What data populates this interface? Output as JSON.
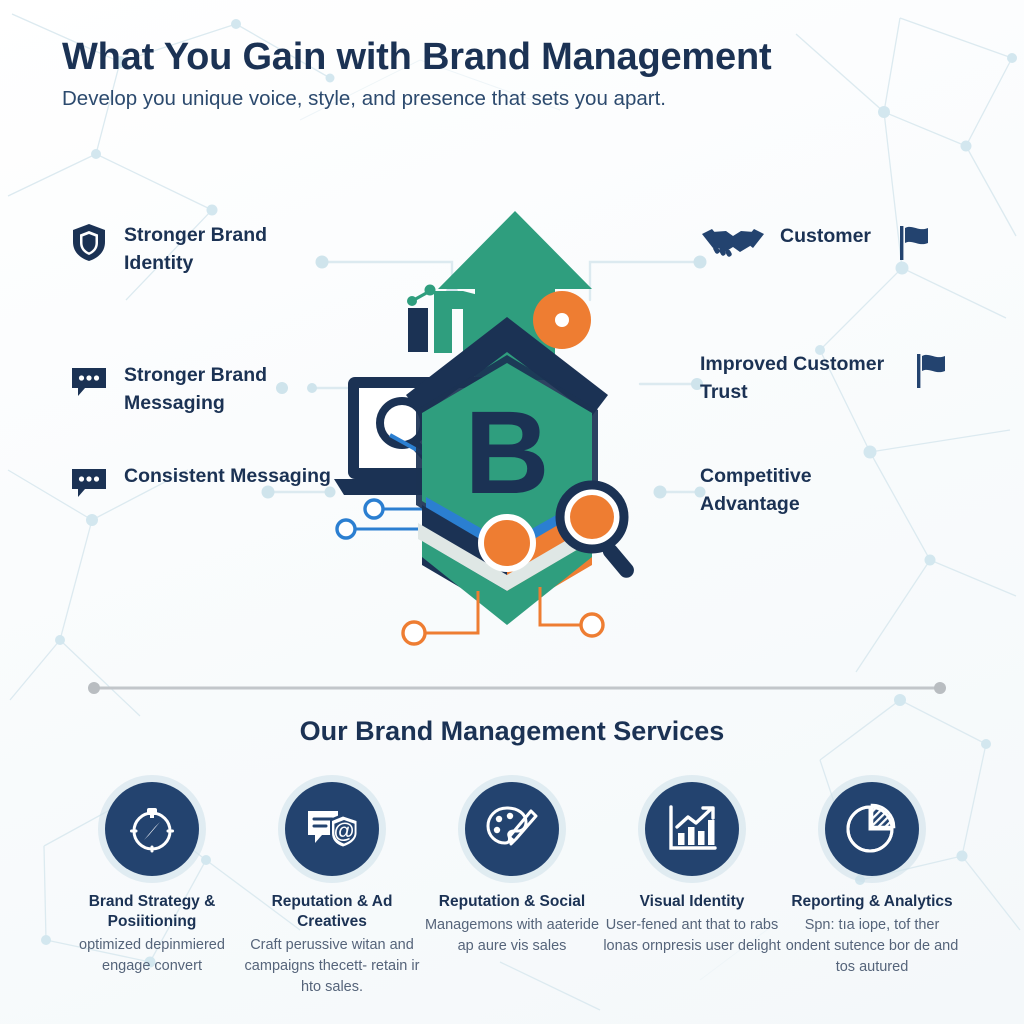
{
  "header": {
    "title": "What You Gain with Brand Management",
    "subtitle": "Develop you unique voice, style, and presence that sets you apart."
  },
  "benefits": {
    "left": [
      {
        "label": "Stronger Brand Identity",
        "icon": "shield-icon"
      },
      {
        "label": "Stronger Brand Messaging",
        "icon": "chat-bubble-icon"
      },
      {
        "label": "Consistent Messaging",
        "icon": "chat-bubble-icon"
      }
    ],
    "right": [
      {
        "label": "Customer",
        "icon": "handshake-icon",
        "trailing_icon": "flag-icon"
      },
      {
        "label": "Improved Customer Trust",
        "icon": "flag-icon"
      },
      {
        "label": "Competitive Advantage",
        "icon": "none"
      }
    ]
  },
  "hero": {
    "monogram": "B",
    "icons": [
      "up-arrow-icon",
      "chevron-roof-icon",
      "hexagon-layers-icon",
      "laptop-icon",
      "magnifier-icon",
      "bar-chart-icon",
      "node-dot-icon"
    ]
  },
  "services_section": {
    "title": "Our Brand Management Services",
    "items": [
      {
        "icon": "compass-icon",
        "title": "Brand Strategy & Posiitioning",
        "desc": "optimized depinmiered engage convert"
      },
      {
        "icon": "chat-shield-at-icon",
        "title": "Reputation & Ad Creatives",
        "desc": "Craft perussive witan and campaigns thecett- retain ir hto sales."
      },
      {
        "icon": "palette-brush-icon",
        "title": "Reputation & Social",
        "desc": "Managemons with aateride ap aure vis sales"
      },
      {
        "icon": "bar-chart-growth-icon",
        "title": "Visual Identity",
        "desc": "User-fened ant that to rabs lonas ornpresis user delight"
      },
      {
        "icon": "pie-chart-icon",
        "title": "Reporting & Analytics",
        "desc": "Spn: tıa iope, tof ther ondent sutence bor de and tos autured"
      }
    ]
  },
  "colors": {
    "navy": "#1b3254",
    "navy_badge": "#23436f",
    "green": "#2f9e7e",
    "orange": "#ee7d32",
    "blue": "#2b7fd1",
    "muted_text": "#55647a",
    "divider": "#bfc3c7",
    "network": "#d9eaf0"
  }
}
